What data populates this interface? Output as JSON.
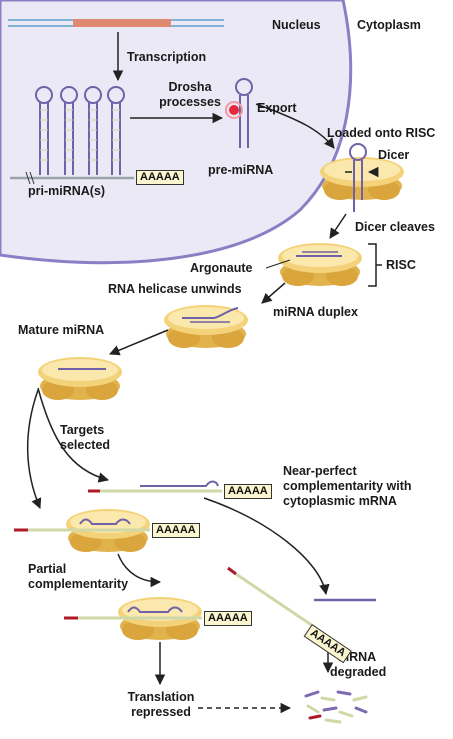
{
  "labels": {
    "nucleus": "Nucleus",
    "cytoplasm": "Cytoplasm",
    "transcription": "Transcription",
    "drosha_line1": "Drosha",
    "drosha_line2": "processes",
    "export": "Export",
    "pri_mirna": "pri-miRNA(s)",
    "pre_mirna": "pre-miRNA",
    "loaded_onto_risc": "Loaded onto RISC",
    "dicer": "Dicer",
    "dicer_cleaves": "Dicer cleaves",
    "argonaute": "Argonaute",
    "risc": "RISC",
    "rna_helicase_unwinds": "RNA helicase unwinds",
    "mirna_duplex": "miRNA duplex",
    "mature_mirna": "Mature miRNA",
    "targets_line1": "Targets",
    "targets_line2": "selected",
    "near_perfect_line1": "Near-perfect",
    "near_perfect_line2": "complementarity with",
    "near_perfect_line3": "cytoplasmic mRNA",
    "partial_line1": "Partial",
    "partial_line2": "complementarity",
    "mrna_line1": "mRNA",
    "mrna_line2": "degraded",
    "translation_line1": "Translation",
    "translation_line2": "repressed",
    "poly_a": "AAAAA"
  },
  "colors": {
    "nucleus_fill": "#ebe8f6",
    "nucleus_border": "#8a7fc4",
    "risc_body": "#f3cf6c",
    "risc_top": "#fbe7a8",
    "mirna_strand": "#7c6bb0",
    "mrna_strand": "#cfd8a6",
    "mrna_cap": "#b0192a",
    "dna_top": "#7fb4d8",
    "dna_segment": "#e08a72"
  }
}
